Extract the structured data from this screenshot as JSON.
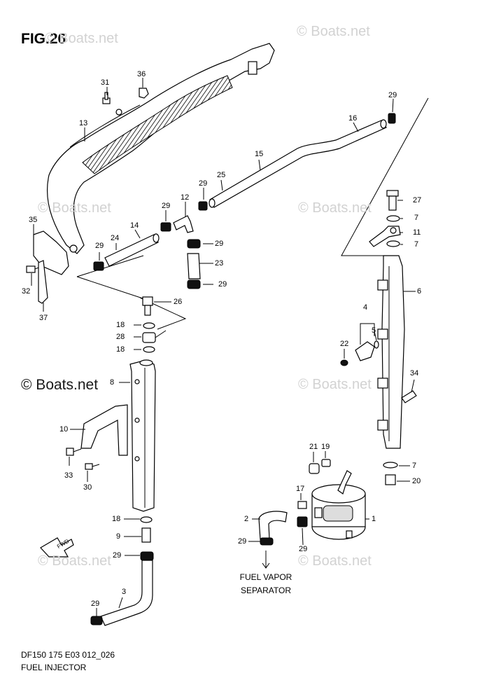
{
  "figure": {
    "title": "FIG.26",
    "model_code": "DF150 175 E03 012_026",
    "section_name": "FUEL INJECTOR",
    "watermark": "© Boats.net",
    "separator_label_line1": "FUEL VAPOR",
    "separator_label_line2": "SEPARATOR",
    "fwd_label": "FWD"
  },
  "callouts": [
    {
      "id": "c-fig",
      "text": "FIG.26"
    },
    {
      "id": "c31",
      "text": "31"
    },
    {
      "id": "c36",
      "text": "36"
    },
    {
      "id": "c13",
      "text": "13"
    },
    {
      "id": "c29a",
      "text": "29"
    },
    {
      "id": "c16",
      "text": "16"
    },
    {
      "id": "c15",
      "text": "15"
    },
    {
      "id": "c25",
      "text": "25"
    },
    {
      "id": "c29b",
      "text": "29"
    },
    {
      "id": "c27",
      "text": "27"
    },
    {
      "id": "c35",
      "text": "35"
    },
    {
      "id": "c29c",
      "text": "29"
    },
    {
      "id": "c12",
      "text": "12"
    },
    {
      "id": "c7a",
      "text": "7"
    },
    {
      "id": "c11",
      "text": "11"
    },
    {
      "id": "c14",
      "text": "14"
    },
    {
      "id": "c7b",
      "text": "7"
    },
    {
      "id": "c24",
      "text": "24"
    },
    {
      "id": "c29d",
      "text": "29"
    },
    {
      "id": "c29e",
      "text": "29"
    },
    {
      "id": "c23",
      "text": "23"
    },
    {
      "id": "c32",
      "text": "32"
    },
    {
      "id": "c29f",
      "text": "29"
    },
    {
      "id": "c6",
      "text": "6"
    },
    {
      "id": "c26",
      "text": "26"
    },
    {
      "id": "c4",
      "text": "4"
    },
    {
      "id": "c37",
      "text": "37"
    },
    {
      "id": "c18a",
      "text": "18"
    },
    {
      "id": "c5",
      "text": "5"
    },
    {
      "id": "c28",
      "text": "28"
    },
    {
      "id": "c22",
      "text": "22"
    },
    {
      "id": "c18b",
      "text": "18"
    },
    {
      "id": "c34",
      "text": "34"
    },
    {
      "id": "c8",
      "text": "8"
    },
    {
      "id": "c10",
      "text": "10"
    },
    {
      "id": "c21",
      "text": "21"
    },
    {
      "id": "c19",
      "text": "19"
    },
    {
      "id": "c7c",
      "text": "7"
    },
    {
      "id": "c33",
      "text": "33"
    },
    {
      "id": "c30",
      "text": "30"
    },
    {
      "id": "c20",
      "text": "20"
    },
    {
      "id": "c17",
      "text": "17"
    },
    {
      "id": "c2",
      "text": "2"
    },
    {
      "id": "c1",
      "text": "1"
    },
    {
      "id": "c18c",
      "text": "18"
    },
    {
      "id": "c9",
      "text": "9"
    },
    {
      "id": "c29g",
      "text": "29"
    },
    {
      "id": "c29h",
      "text": "29"
    },
    {
      "id": "c29i",
      "text": "29"
    },
    {
      "id": "c3",
      "text": "3"
    },
    {
      "id": "c29j",
      "text": "29"
    }
  ]
}
